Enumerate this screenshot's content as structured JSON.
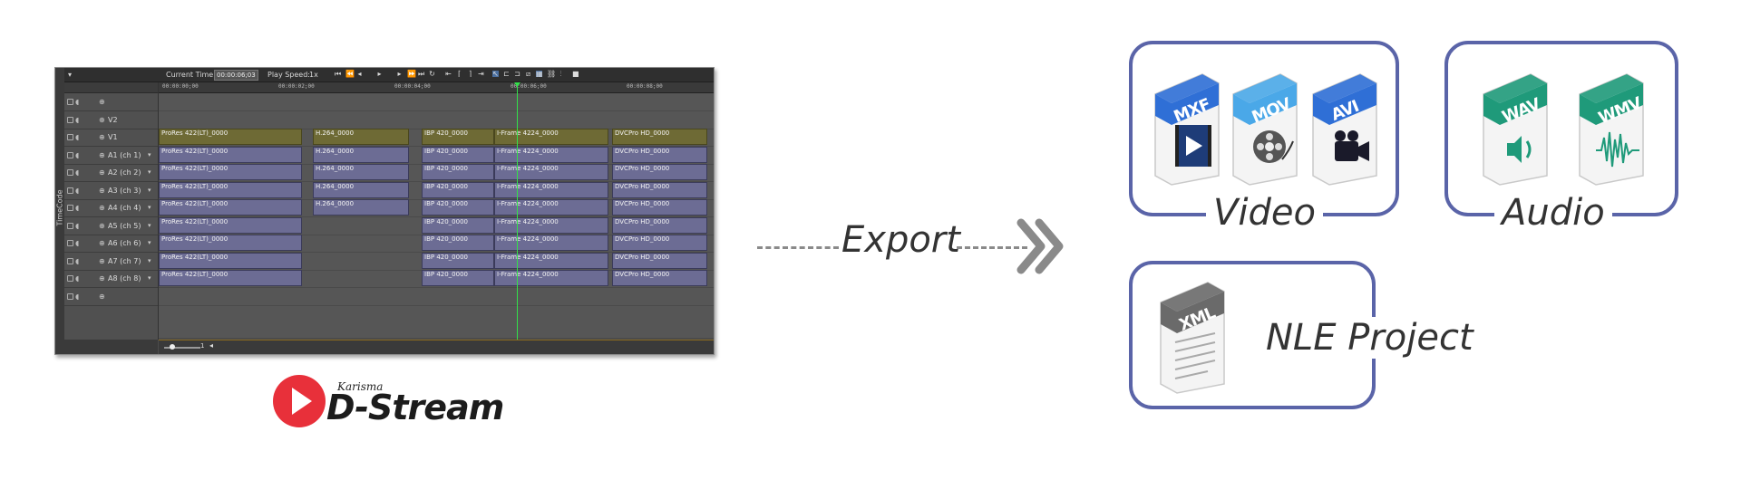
{
  "timeline": {
    "timecode_vertical": "TimeCode",
    "current_time_label": "Current Time:",
    "current_time_value": "00:00:06;03",
    "play_speed_label": "Play Speed:",
    "play_speed_value": "1x",
    "ruler_ticks": [
      "00:00:00;00",
      "00:00:02;00",
      "00:00:04;00",
      "00:00:06;00",
      "00:00:08;00"
    ],
    "zoom_value": "1",
    "tracks": [
      {
        "name": "",
        "clips": []
      },
      {
        "name": "V2",
        "clips": []
      },
      {
        "name": "V1",
        "clips": [
          "ProRes 422(LT)_0000",
          "H.264_0000",
          "IBP 420_0000",
          "I-Frame 4224_0000",
          "DVCPro HD_0000"
        ]
      },
      {
        "name": "A1 (ch 1)",
        "clips": [
          "ProRes 422(LT)_0000",
          "H.264_0000",
          "IBP 420_0000",
          "I-Frame 4224_0000",
          "DVCPro HD_0000"
        ]
      },
      {
        "name": "A2 (ch 2)",
        "clips": [
          "ProRes 422(LT)_0000",
          "H.264_0000",
          "IBP 420_0000",
          "I-Frame 4224_0000",
          "DVCPro HD_0000"
        ]
      },
      {
        "name": "A3 (ch 3)",
        "clips": [
          "ProRes 422(LT)_0000",
          "H.264_0000",
          "IBP 420_0000",
          "I-Frame 4224_0000",
          "DVCPro HD_0000"
        ]
      },
      {
        "name": "A4 (ch 4)",
        "clips": [
          "ProRes 422(LT)_0000",
          "H.264_0000",
          "IBP 420_0000",
          "I-Frame 4224_0000",
          "DVCPro HD_0000"
        ]
      },
      {
        "name": "A5 (ch 5)",
        "clips": [
          "ProRes 422(LT)_0000",
          "",
          "IBP 420_0000",
          "I-Frame 4224_0000",
          "DVCPro HD_0000"
        ]
      },
      {
        "name": "A6 (ch 6)",
        "clips": [
          "ProRes 422(LT)_0000",
          "",
          "IBP 420_0000",
          "I-Frame 4224_0000",
          "DVCPro HD_0000"
        ]
      },
      {
        "name": "A7 (ch 7)",
        "clips": [
          "ProRes 422(LT)_0000",
          "",
          "IBP 420_0000",
          "I-Frame 4224_0000",
          "DVCPro HD_0000"
        ]
      },
      {
        "name": "A8 (ch 8)",
        "clips": [
          "ProRes 422(LT)_0000",
          "",
          "IBP 420_0000",
          "I-Frame 4224_0000",
          "DVCPro HD_0000"
        ]
      },
      {
        "name": "",
        "clips": []
      }
    ]
  },
  "logo": {
    "small": "Karisma",
    "main": "D-Stream",
    "color": "#e8303a"
  },
  "export_label": "Export",
  "outputs": {
    "video": {
      "label": "Video",
      "formats": [
        "MXF",
        "MOV",
        "AVI"
      ]
    },
    "audio": {
      "label": "Audio",
      "formats": [
        "WAV",
        "WMV"
      ]
    },
    "nle": {
      "label": "NLE Project",
      "formats": [
        "XML"
      ]
    }
  },
  "colors": {
    "box_border": "#5a64a8",
    "video_icon": "#2f6fd6",
    "audio_icon": "#1f9a7a",
    "xml_icon": "#6a6a6a"
  }
}
